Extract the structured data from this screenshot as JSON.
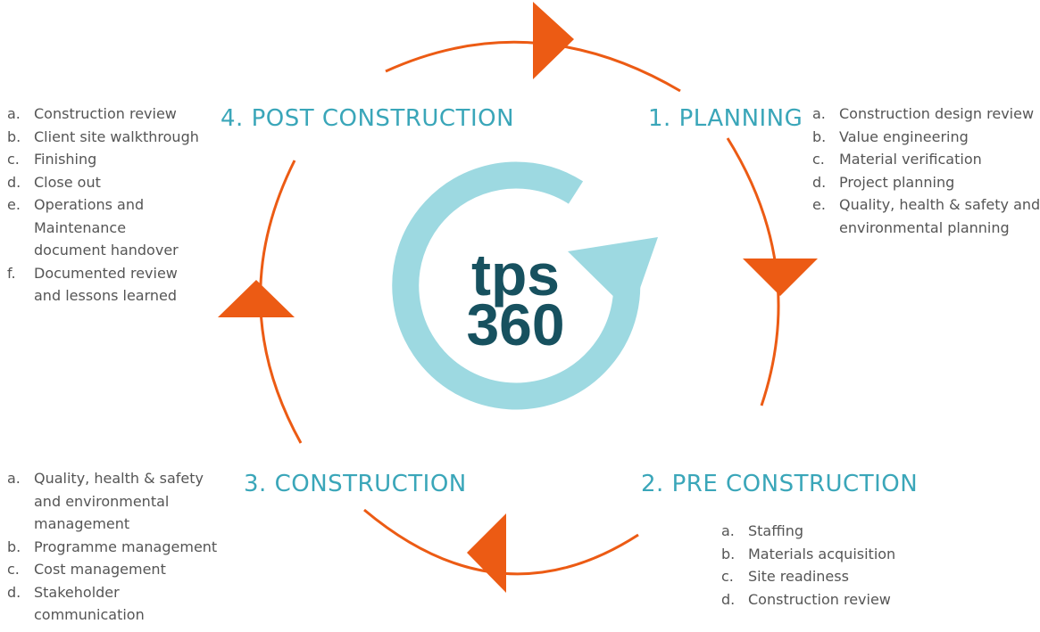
{
  "logo": {
    "line1": "tps",
    "line2": "360"
  },
  "colors": {
    "arrow": "#ec5b14",
    "cycle": "#9dd9e1",
    "title": "#3aa6b9",
    "logo": "#17515f",
    "text": "#555555"
  },
  "stages": {
    "planning": {
      "title": "1. PLANNING",
      "items": [
        {
          "marker": "a.",
          "lines": [
            "Construction design review"
          ]
        },
        {
          "marker": "b.",
          "lines": [
            "Value engineering"
          ]
        },
        {
          "marker": "c.",
          "lines": [
            "Material verification"
          ]
        },
        {
          "marker": "d.",
          "lines": [
            "Project planning"
          ]
        },
        {
          "marker": "e.",
          "lines": [
            "Quality, health & safety and",
            "environmental planning"
          ]
        }
      ]
    },
    "pre_construction": {
      "title": "2. PRE CONSTRUCTION",
      "items": [
        {
          "marker": "a.",
          "lines": [
            "Staffing"
          ]
        },
        {
          "marker": "b.",
          "lines": [
            "Materials acquisition"
          ]
        },
        {
          "marker": "c.",
          "lines": [
            "Site readiness"
          ]
        },
        {
          "marker": "d.",
          "lines": [
            "Construction review"
          ]
        }
      ]
    },
    "construction": {
      "title": "3. CONSTRUCTION",
      "items": [
        {
          "marker": "a.",
          "lines": [
            "Quality, health & safety",
            "and environmental",
            "management"
          ]
        },
        {
          "marker": "b.",
          "lines": [
            "Programme management"
          ]
        },
        {
          "marker": "c.",
          "lines": [
            "Cost management"
          ]
        },
        {
          "marker": "d.",
          "lines": [
            "Stakeholder",
            "communication"
          ]
        }
      ]
    },
    "post_construction": {
      "title": "4. POST CONSTRUCTION",
      "items": [
        {
          "marker": "a.",
          "lines": [
            "Construction review"
          ]
        },
        {
          "marker": "b.",
          "lines": [
            "Client site walkthrough"
          ]
        },
        {
          "marker": "c.",
          "lines": [
            "Finishing"
          ]
        },
        {
          "marker": "d.",
          "lines": [
            "Close out"
          ]
        },
        {
          "marker": "e.",
          "lines": [
            "Operations and",
            "Maintenance",
            "document handover"
          ]
        },
        {
          "marker": "f.",
          "lines": [
            "Documented review",
            "and lessons learned"
          ]
        }
      ]
    }
  }
}
